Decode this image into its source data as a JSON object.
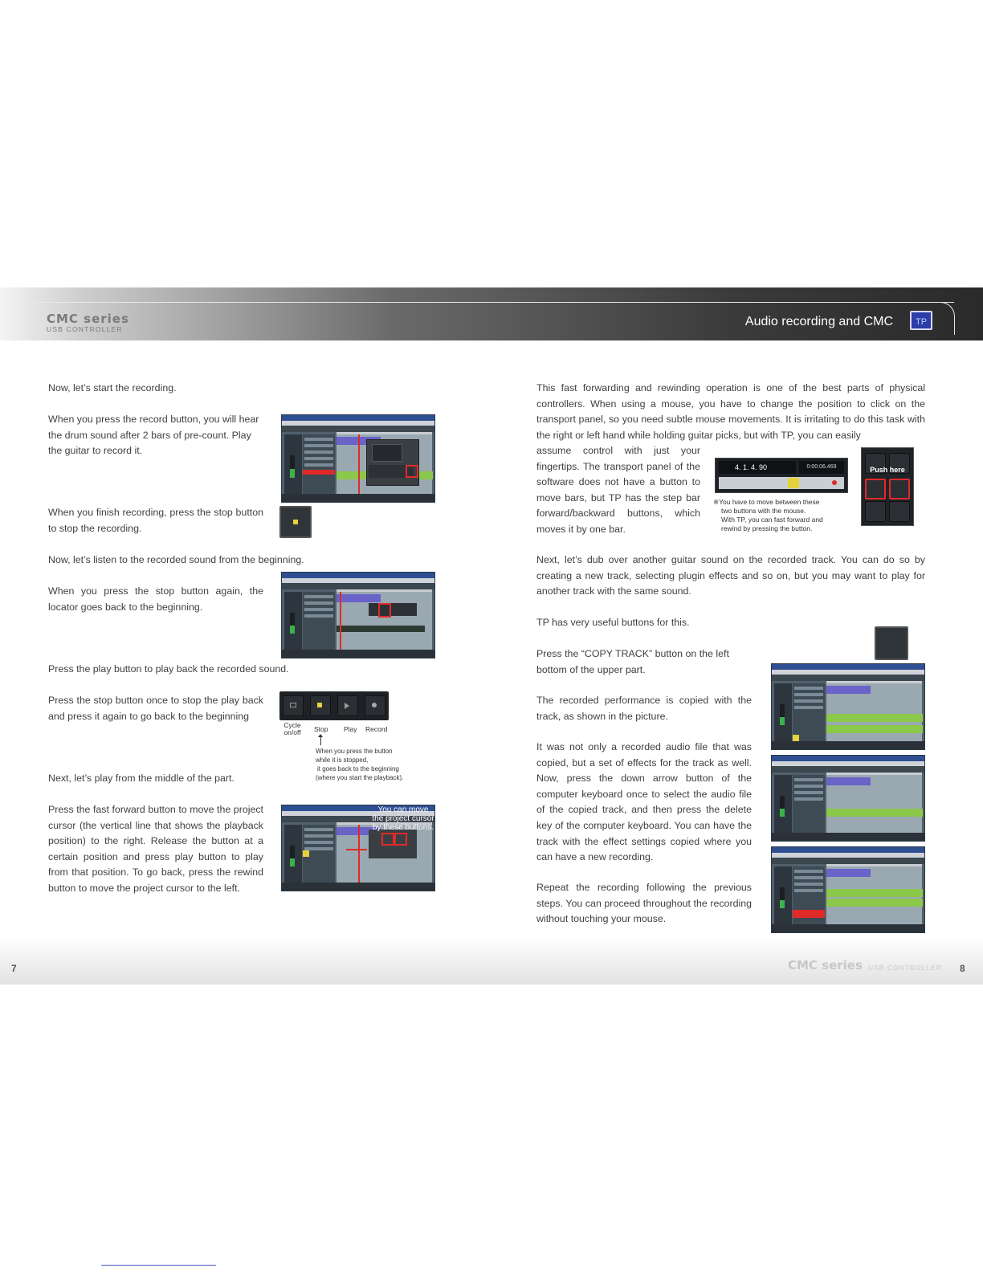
{
  "header": {
    "brand": "CMC series",
    "brand_sub": "USB CONTROLLER",
    "title": "Audio recording and CMC",
    "badge": "TP"
  },
  "left": {
    "p1": "Now, let’s start the recording.",
    "p2": "When you press the record button, you will hear the drum sound after 2 bars of pre-count. Play the guitar to record it.",
    "p3": "When you finish recording, press the stop button to stop the recording.",
    "p4": "Now, let’s listen to the recorded sound from the beginning.",
    "p5": "When you press the stop button again, the locator goes back to the beginning.",
    "p6": "Press the play button to play back the recorded sound.",
    "p7": "Press the stop button once to stop the play back and press it again to go back to the beginning",
    "p8": "Next, let’s play from the middle of the part.",
    "p9": "Press the fast forward button to move the project cursor (the vertical line that shows the playback position) to the right. Release the button at a certain position and press play button to play from that position. To go back, press the rewind button to move the project cursor to the left.",
    "buttons_labels": [
      "Cycle on/off",
      "Stop",
      "Play",
      "Record"
    ],
    "stop_note": [
      "When you press the button",
      "while it is stopped,",
      "it goes back to the beginning",
      "(where you start the playback)."
    ],
    "overlay_text": [
      "You can move",
      "the project cursor",
      "by these buttons."
    ]
  },
  "right": {
    "p1": "This fast forwarding and rewinding operation is one of the best parts of physical controllers. When using a mouse, you have to change the position to click on the transport panel, so you need subtle mouse movements. It is irritating to do this task with the right or left hand while holding guitar picks, but with TP, you can easily",
    "p1b": "assume control with just your fingertips. The transport panel of the software does not have a button to move bars, but TP has the step bar forward/backward buttons, which moves it by one bar.",
    "transport_display": "4. 1. 4. 90",
    "transport_time": "0:00:06.469",
    "push_here": "Push here",
    "note": [
      "※You have to move between these",
      "two buttons with the mouse.",
      "With TP, you can fast forward and",
      "rewind by pressing the button."
    ],
    "p2": "Next, let’s dub over another guitar sound on the recorded track. You can do so by creating a new track, selecting plugin effects and so on, but you may want to play for another track with the same sound.",
    "p3": "TP has very useful buttons for this.",
    "p4": "Press the “COPY TRACK” button on the left bottom of the upper part.",
    "p5": "The recorded performance is copied with the track, as shown in the picture.",
    "p6": "It was not only a recorded audio file that was copied, but a set of effects for the track as well. Now, press the down arrow button of the computer keyboard once to select the audio file of the copied track, and then press the delete key of the computer keyboard. You can have the track with the effect settings copied where you can have a new recording.",
    "p7": "Repeat the recording following the previous steps. You can proceed throughout the recording without touching your mouse."
  },
  "footer": {
    "page_left": "7",
    "page_right": "8",
    "brand": "CMC series",
    "brand_sub": "USB CONTROLLER"
  }
}
